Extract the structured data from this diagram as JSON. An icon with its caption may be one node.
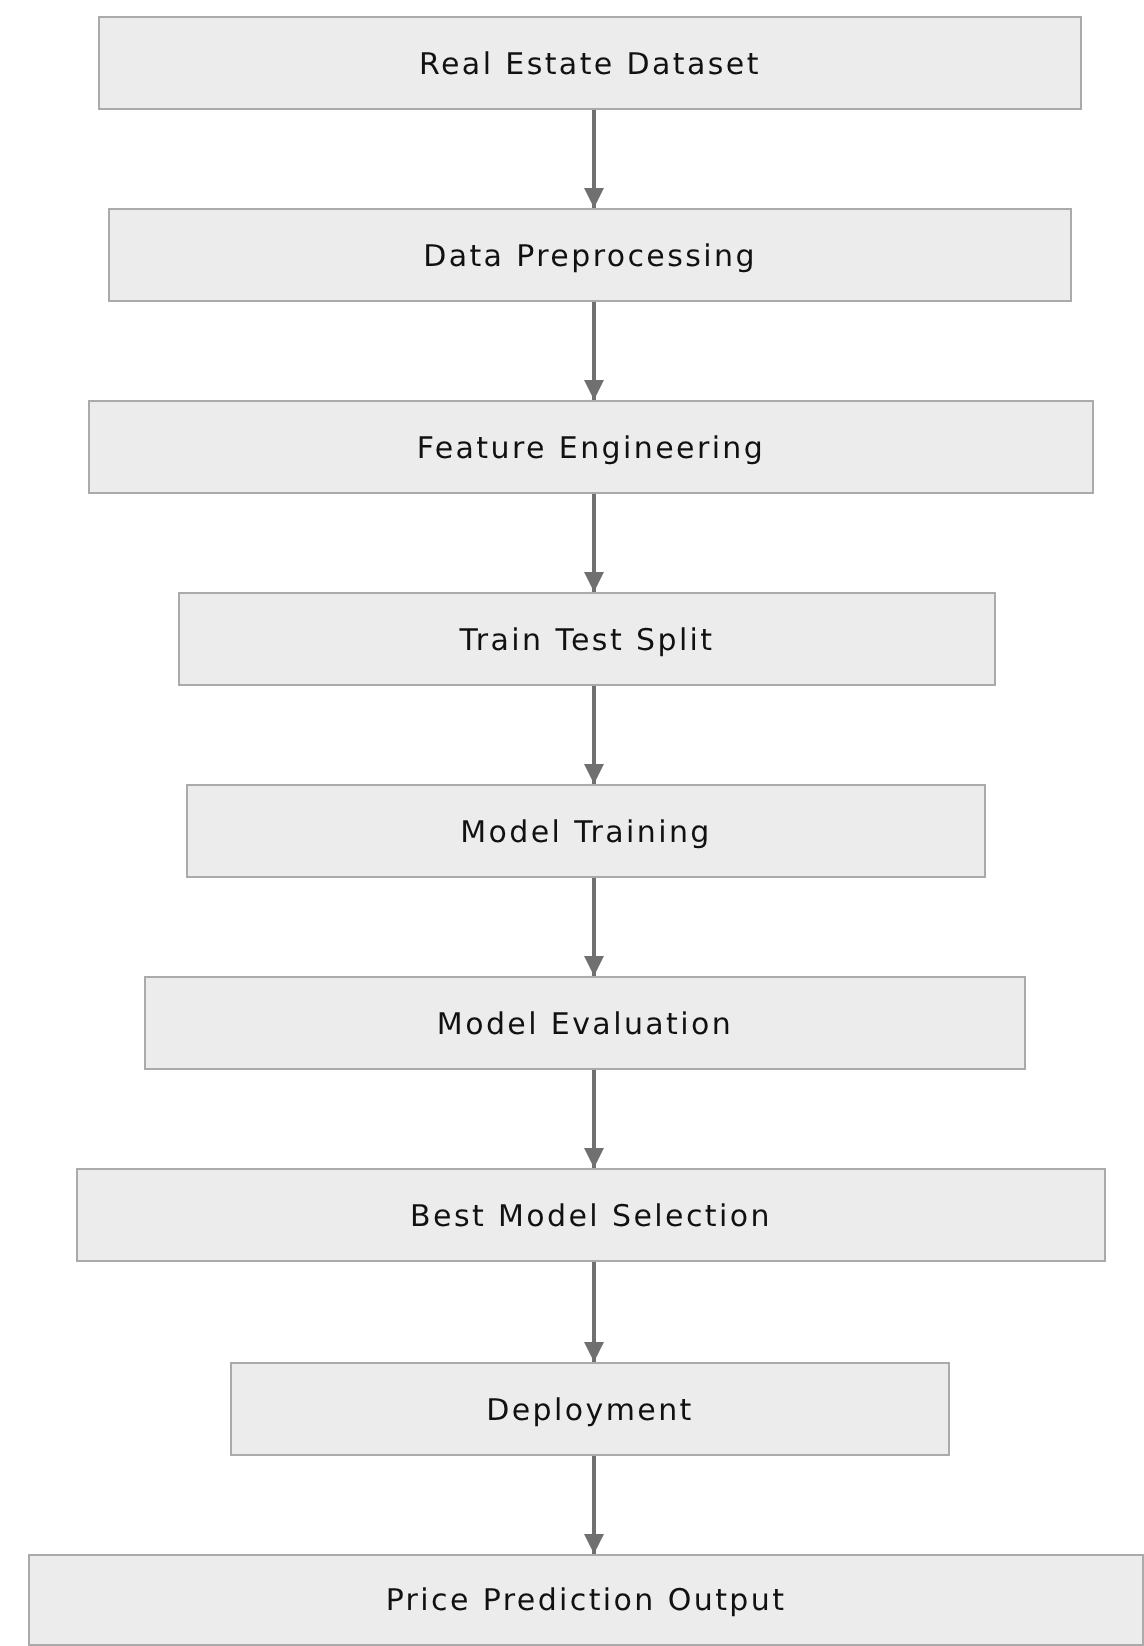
{
  "diagram": {
    "nodes": [
      {
        "text": [
          "Real Estate Dataset"
        ]
      },
      {
        "text": [
          "Data Preprocessing"
        ]
      },
      {
        "text": [
          "Feature Engineering"
        ]
      },
      {
        "text": [
          "Train Test Split"
        ]
      },
      {
        "text": [
          "Model Training"
        ]
      },
      {
        "text": [
          "Model Evaluation"
        ]
      },
      {
        "text": [
          "Best Model Selection"
        ]
      },
      {
        "text": [
          "Deployment"
        ]
      },
      {
        "text": [
          "Price Prediction Output"
        ]
      }
    ],
    "edges": [
      {
        "from": 0,
        "to": 1,
        "arrow": "to"
      },
      {
        "from": 1,
        "to": 2,
        "arrow": "to"
      },
      {
        "from": 2,
        "to": 3,
        "arrow": "to"
      },
      {
        "from": 3,
        "to": 4,
        "arrow": "to"
      },
      {
        "from": 4,
        "to": 5,
        "arrow": "to"
      },
      {
        "from": 5,
        "to": 6,
        "arrow": "to"
      },
      {
        "from": 6,
        "to": 7,
        "arrow": "to"
      },
      {
        "from": 7,
        "to": 8,
        "arrow": "to"
      }
    ]
  }
}
